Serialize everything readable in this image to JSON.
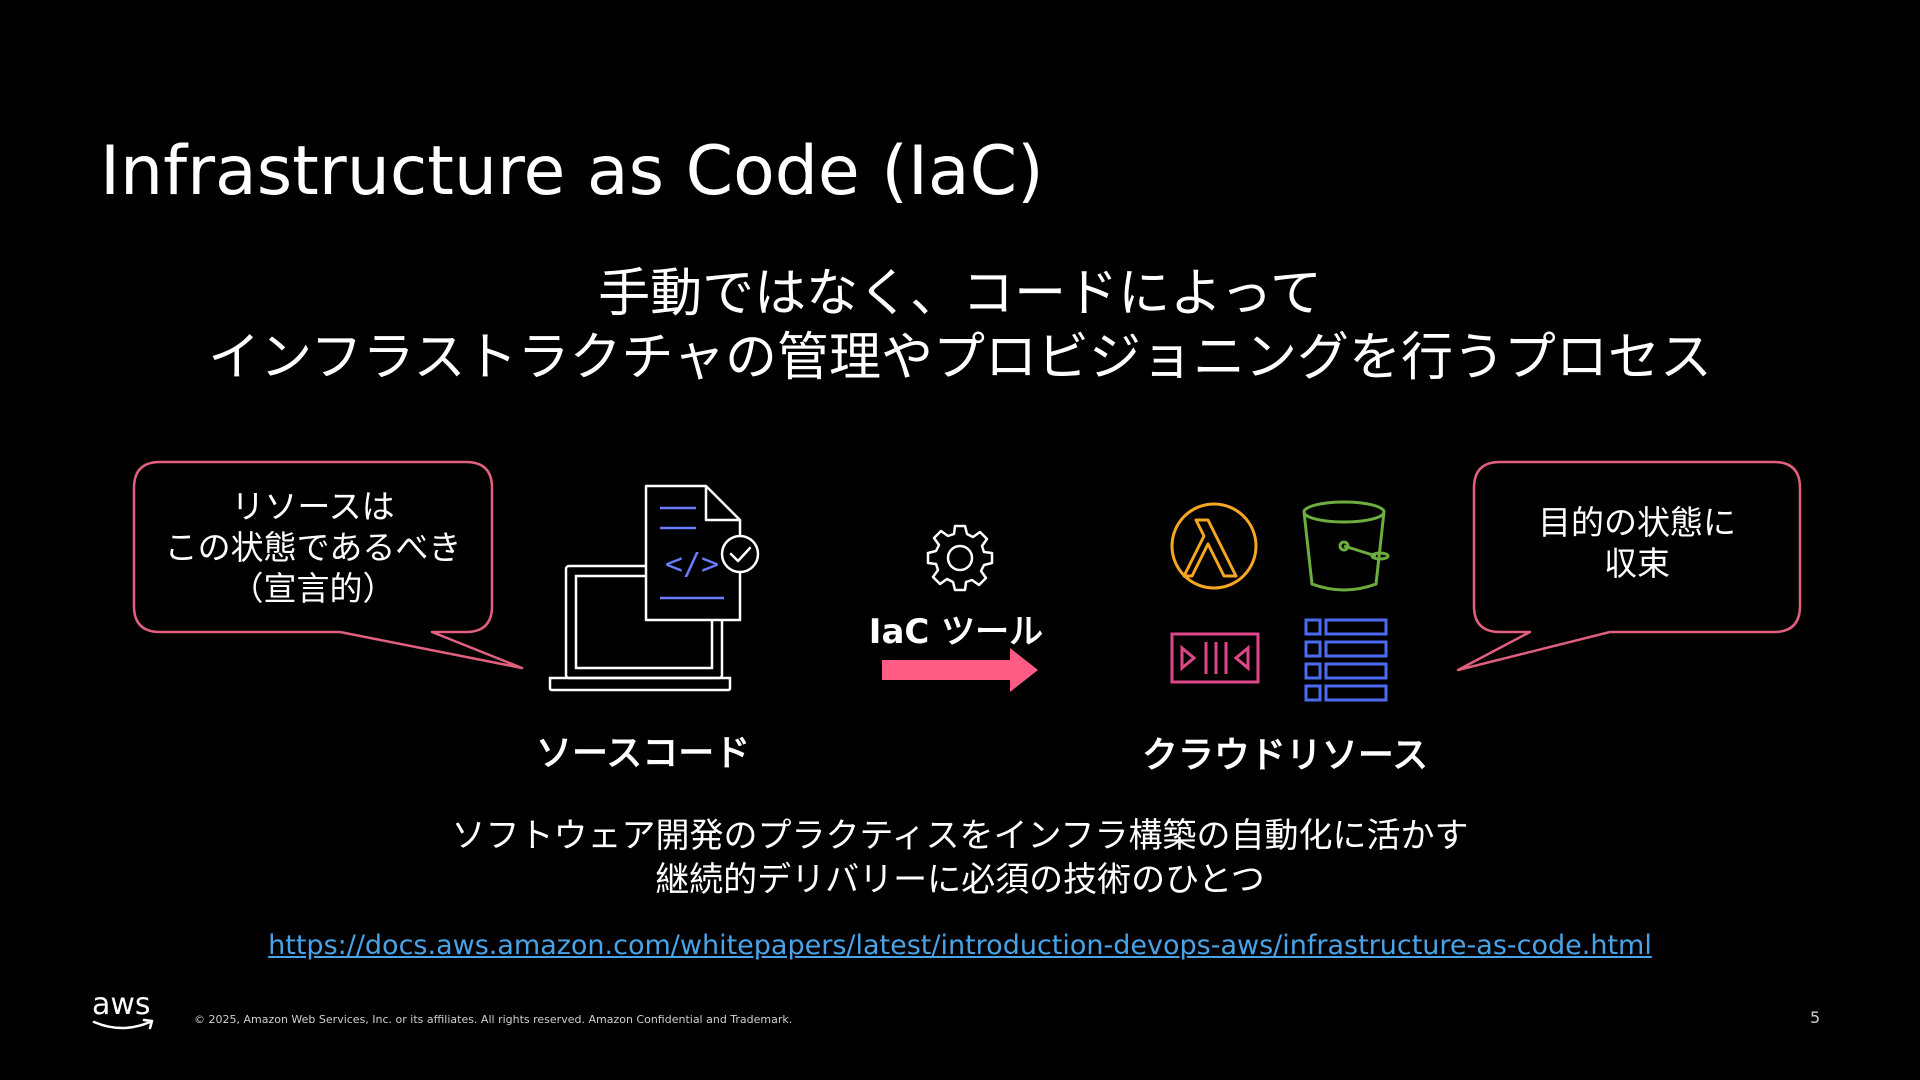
{
  "slide": {
    "title": "Infrastructure as Code (IaC)",
    "subtitle_line1": "手動ではなく、コードによって",
    "subtitle_line2": "インフラストラクチャの管理やプロビジョニングを行うプロセス"
  },
  "diagram": {
    "callout_left": {
      "line1": "リソースは",
      "line2": "この状態であるべき",
      "line3": "（宣言的）"
    },
    "callout_right": {
      "line1": "目的の状態に",
      "line2": "収束"
    },
    "source_label": "ソースコード",
    "tool_label": "IaC ツール",
    "cloud_label": "クラウドリソース",
    "icons": [
      "laptop-icon",
      "code-document-icon",
      "gear-icon",
      "lambda-icon",
      "s3-bucket-icon",
      "kinesis-stream-icon",
      "table-icon"
    ]
  },
  "description": {
    "line1": "ソフトウェア開発のプラクティスをインフラ構築の自動化に活かす",
    "line2": "継続的デリバリーに必須の技術のひとつ"
  },
  "link": {
    "text": "https://docs.aws.amazon.com/whitepapers/latest/introduction-devops-aws/infrastructure-as-code.html"
  },
  "footer": {
    "logo": "aws",
    "copyright": "© 2025, Amazon Web Services, Inc. or its affiliates. All rights reserved. Amazon Confidential and Trademark.",
    "page_number": "5"
  },
  "colors": {
    "background": "#000000",
    "callout_border": "#e0607e",
    "arrow": "#ff5c85",
    "code_accent": "#6b7cff",
    "lambda": "#f5a623",
    "s3": "#6cae3e",
    "kinesis": "#e0478a",
    "table": "#4b6cf0",
    "link": "#4aa3e6"
  }
}
